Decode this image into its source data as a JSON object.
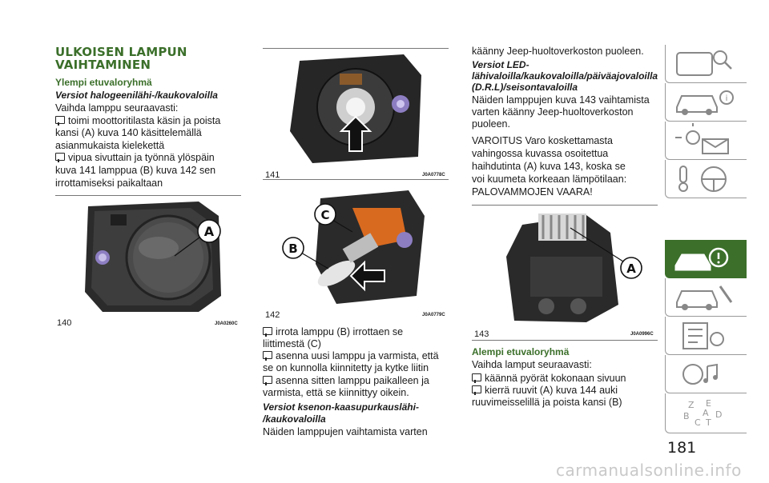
{
  "col1": {
    "title_line1": "ULKOISEN LAMPUN",
    "title_line2": "VAIHTAMINEN",
    "subhead": "Ylempi etuvaloryhmä",
    "italhead": "Versiot halogeenilähi-/kaukovaloilla",
    "intro": "Vaihda lamppu seuraavasti:",
    "step1_l1": "toimi moottoritilasta käsin ja poista",
    "step1_l2": "kansi (A) kuva 140 käsittelemällä",
    "step1_l3": "asianmukaista kielekettä",
    "step2_l1": "vipua sivuttain ja työnnä ylöspäin",
    "step2_l2": "kuva 141 lamppua (B) kuva 142 sen",
    "step2_l3": "irrottamiseksi paikaltaan",
    "fig_num": "140",
    "fig_code": "J0A0260C",
    "callout": "A"
  },
  "col2": {
    "fig1_num": "141",
    "fig1_code": "J0A0778C",
    "fig2_num": "142",
    "fig2_code": "J0A0779C",
    "callout_c": "C",
    "callout_b": "B",
    "step3_l1": "irrota lamppu (B) irrottaen se",
    "step3_l2": "liittimestä (C)",
    "step4_l1": "asenna uusi lamppu ja varmista, että",
    "step4_l2": "se on kunnolla kiinnitetty ja kytke liitin",
    "step5_l1": "asenna sitten lamppu paikalleen ja",
    "step5_l2": "varmista, että se kiinnittyy oikein.",
    "italhead_l1": "Versiot ksenon-kaasupurkauslähi-",
    "italhead_l2": "/kaukovaloilla",
    "last": "Näiden lamppujen vaihtamista varten"
  },
  "col3": {
    "l1": "käänny Jeep-huoltoverkoston puoleen.",
    "italhead_l1": "Versiot LED-",
    "italhead_l2": "lähivaloilla/kaukovaloilla/päiväajovaloilla",
    "italhead_l3": "(D.R.L)/seisontavaloilla",
    "p1_l1": "Näiden lamppujen kuva 143 vaihtamista",
    "p1_l2": "varten käänny Jeep-huoltoverkoston",
    "p1_l3": "puoleen.",
    "w_l1": "VAROITUS Varo koskettamasta",
    "w_l2": "vahingossa kuvassa osoitettua",
    "w_l3": "haihdutinta (A) kuva 143, koska se",
    "w_l4": "voi kuumeta korkeaan lämpötilaan:",
    "w_l5": "PALOVAMMOJEN VAARA!",
    "fig_num": "143",
    "fig_code": "J0A0996C",
    "callout": "A",
    "subhead": "Alempi etuvaloryhmä",
    "intro": "Vaihda lamput seuraavasti:",
    "s1": "käännä pyörät kokonaan sivuun",
    "s2_l1": "kierrä ruuvit (A) kuva 144 auki",
    "s2_l2": "ruuvimeisselillä ja poista kansi (B)"
  },
  "sidebar": {
    "icons": [
      "dashboard-icon",
      "car-info-icon",
      "lights-warning-icon",
      "steering-controls-icon",
      "emergency-icon",
      "maintenance-icon",
      "specifications-icon",
      "multimedia-icon",
      "index-icon"
    ],
    "active_index": 4,
    "accent": "#3b6f2a",
    "index_letters": [
      "Z",
      "E",
      "B",
      "D",
      "C",
      "T",
      "A"
    ]
  },
  "page_number": "181",
  "watermark": "carmanualsonline.info"
}
